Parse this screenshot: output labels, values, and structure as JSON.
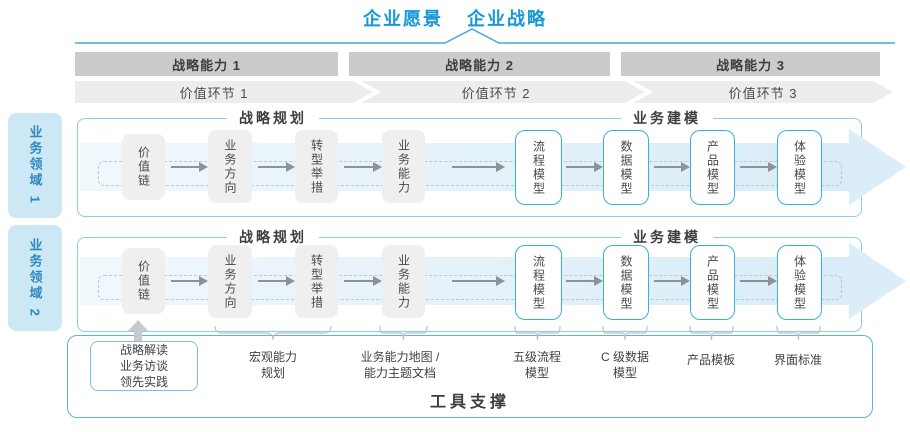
{
  "title": {
    "part1": "企业愿景",
    "part2": "企业战略"
  },
  "capability_bars": [
    "战略能力 1",
    "战略能力 2",
    "战略能力 3"
  ],
  "value_links": [
    "价值环节 1",
    "价值环节 2",
    "价值环节 3"
  ],
  "domains": [
    "业务领域 1",
    "业务领域 2"
  ],
  "rows": [
    {
      "section_left": "战略规划",
      "section_right": "业务建模",
      "boxes": [
        "价值链",
        "业务方向",
        "转型举措",
        "业务能力",
        "流程模型",
        "数据模型",
        "产品模型",
        "体验模型"
      ]
    },
    {
      "section_left": "战略规划",
      "section_right": "业务建模",
      "boxes": [
        "价值链",
        "业务方向",
        "转型举措",
        "业务能力",
        "流程模型",
        "数据模型",
        "产品模型",
        "体验模型"
      ]
    }
  ],
  "annotations": {
    "practice_box": "战略解读\n业务访谈\n领先实践",
    "macro_planning": "宏观能力\n规划",
    "capability_map": "业务能力地图 /\n能力主题文档",
    "process_model": "五级流程\n模型",
    "data_model": "C 级数据\n模型",
    "product_template": "产品模板",
    "ui_standard": "界面标准"
  },
  "tools_label": "工具支撑",
  "colors": {
    "accent_blue": "#1599d6",
    "cyan_box_border": "#39b1dd",
    "domain_fill": "#cde8f5",
    "band_blue": "#d9ecf7",
    "capability_bar_gray": "#c9cbcc",
    "value_strip_gray": "#ededee",
    "flow_box_gray": "#efefef",
    "frame_border_blue": "#8ecbe6",
    "text_dark": "#3b3d3f"
  }
}
